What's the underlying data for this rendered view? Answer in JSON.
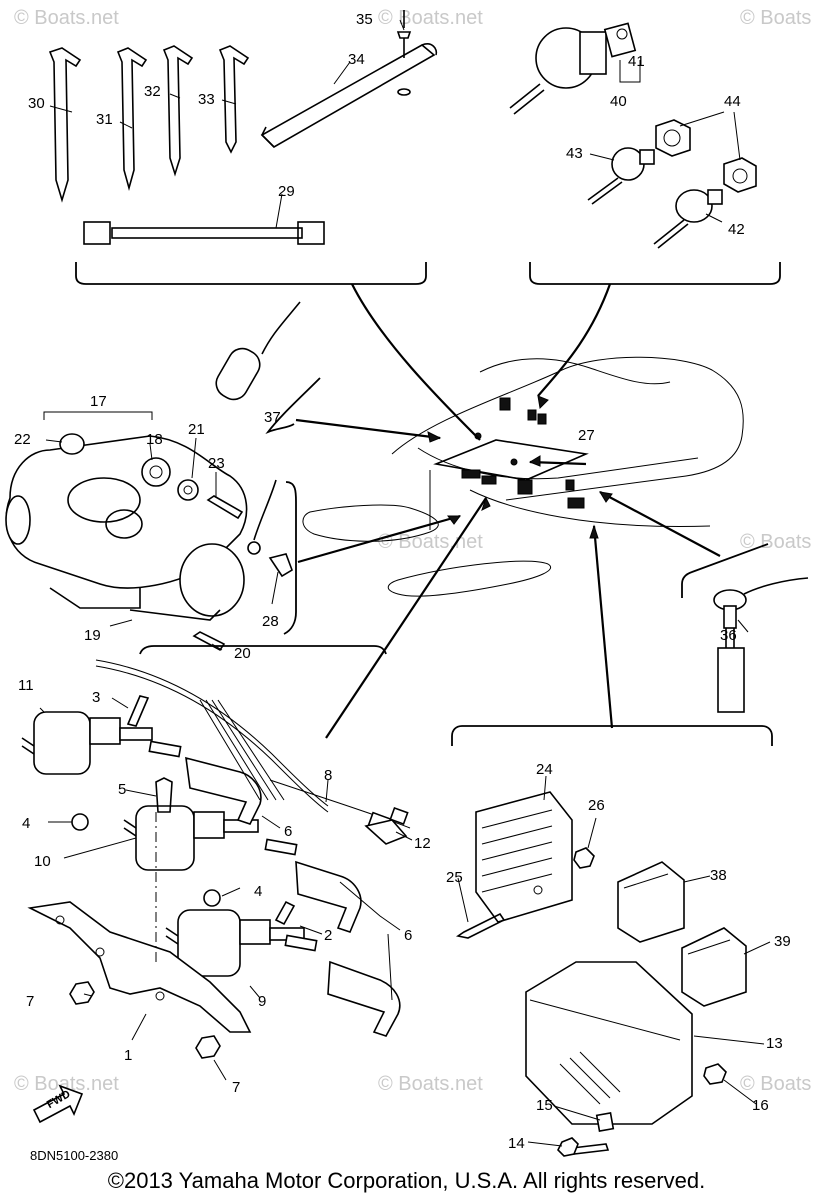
{
  "watermark": "© Boats.net",
  "part_numbers": {
    "p1": "1",
    "p2": "2",
    "p3": "3",
    "p4a": "4",
    "p4b": "4",
    "p5": "5",
    "p6a": "6",
    "p6b": "6",
    "p7a": "7",
    "p7b": "7",
    "p8": "8",
    "p9": "9",
    "p10": "10",
    "p11": "11",
    "p12": "12",
    "p13": "13",
    "p14": "14",
    "p15": "15",
    "p16": "16",
    "p17": "17",
    "p18": "18",
    "p19": "19",
    "p20": "20",
    "p21": "21",
    "p22": "22",
    "p23": "23",
    "p24": "24",
    "p25": "25",
    "p26": "26",
    "p27": "27",
    "p28": "28",
    "p29": "29",
    "p30": "30",
    "p31": "31",
    "p32": "32",
    "p33": "33",
    "p34": "34",
    "p35": "35",
    "p36": "36",
    "p37": "37",
    "p38": "38",
    "p39": "39",
    "p40": "40",
    "p41": "41",
    "p42": "42",
    "p43": "43",
    "p44": "44"
  },
  "fwd_label": "FWD",
  "diagram_code": "8DN5100-2380",
  "copyright": "©2013 Yamaha Motor Corporation, U.S.A. All rights reserved."
}
